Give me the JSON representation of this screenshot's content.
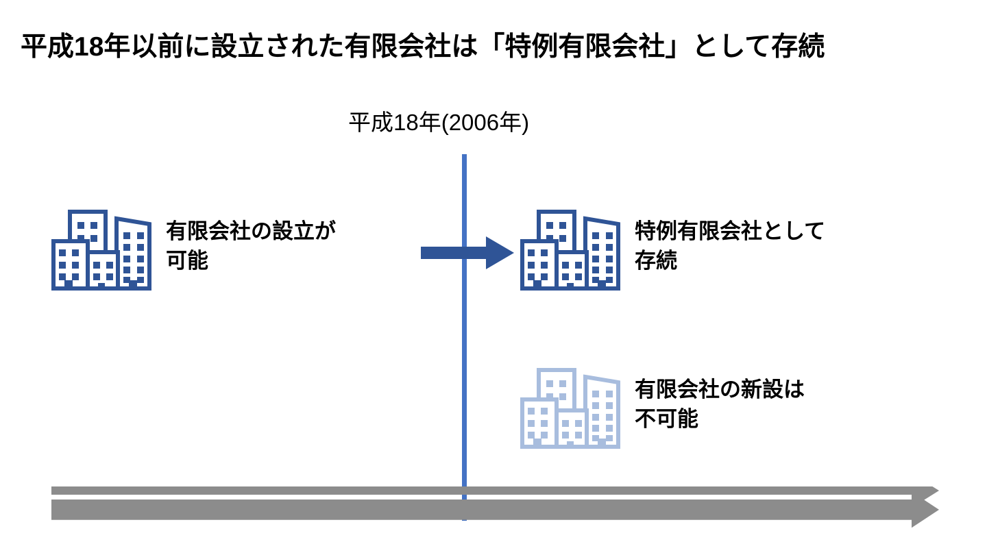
{
  "title": "平成18年以前に設立された有限会社は「特例有限会社」として存続",
  "timeline": {
    "marker_label": "平成18年(2006年)",
    "axis_color": "#8C8C8C",
    "divider_color": "#4472C4",
    "direction": "left-to-right"
  },
  "arrow": {
    "name": "transition-arrow",
    "color": "#2F5496",
    "direction": "right"
  },
  "items": [
    {
      "id": "before-2006",
      "side": "left",
      "icon": "office-buildings-icon",
      "icon_color": "#2F5496",
      "icon_state": "active",
      "label": "有限会社の設立が\n可能",
      "label_lines": [
        "有限会社の設立が",
        "可能"
      ]
    },
    {
      "id": "after-2006-continue",
      "side": "right-top",
      "icon": "office-buildings-icon",
      "icon_color": "#2F5496",
      "icon_state": "active",
      "label": "特例有限会社として\n存続",
      "label_lines": [
        "特例有限会社として",
        "存続"
      ]
    },
    {
      "id": "after-2006-no-new",
      "side": "right-bottom",
      "icon": "office-buildings-icon",
      "icon_color": "#A8BDDE",
      "icon_state": "disabled",
      "label": "有限会社の新設は\n不可能",
      "label_lines": [
        "有限会社の新設は",
        "不可能"
      ]
    }
  ],
  "colors": {
    "accent_dark_blue": "#2F5496",
    "accent_blue": "#4472C4",
    "accent_light_blue": "#A8BDDE",
    "gray": "#8C8C8C",
    "text": "#000000",
    "background": "#FFFFFF"
  }
}
